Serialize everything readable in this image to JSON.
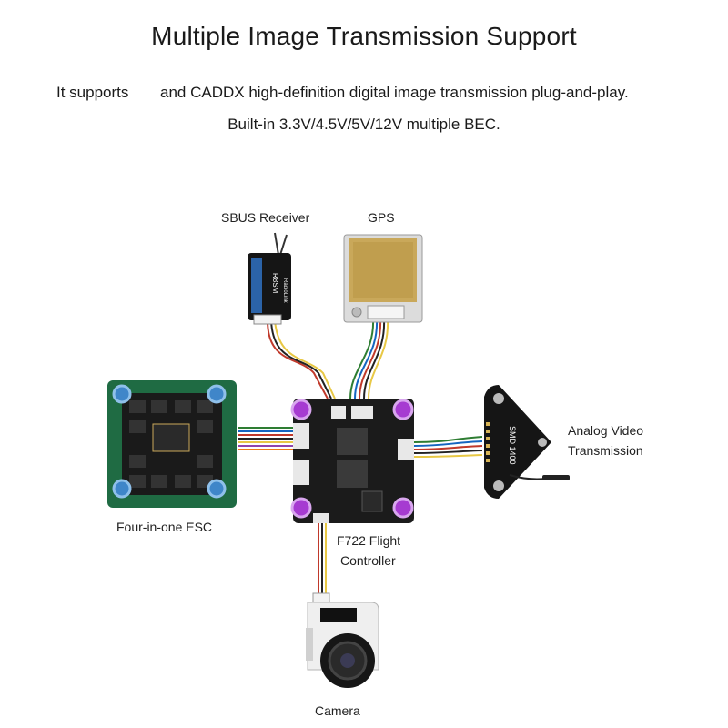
{
  "header": {
    "title": "Multiple Image Transmission Support",
    "line1_part1": "It supports",
    "line1_part2": "and CADDX high-definition digital image transmission plug-and-play.",
    "line2": "Built-in 3.3V/4.5V/5V/12V multiple BEC."
  },
  "labels": {
    "sbus": "SBUS Receiver",
    "gps": "GPS",
    "vtx_line1": "Analog Video",
    "vtx_line2": "Transmission",
    "esc": "Four-in-one ESC",
    "fc_line1": "F722 Flight",
    "fc_line2": "Controller",
    "camera": "Camera"
  },
  "part_markings": {
    "receiver_model": "R8SM",
    "receiver_brand": "RadioLink",
    "vtx_model": "SMD 1400"
  },
  "colors": {
    "pcb": "#1b1b1b",
    "esc_pcb": "#1f6b43",
    "mount_fc": "#a63bd1",
    "mount_esc": "#3f86c9",
    "gps_patch": "#c9a85a",
    "camera_body": "#efefef"
  }
}
